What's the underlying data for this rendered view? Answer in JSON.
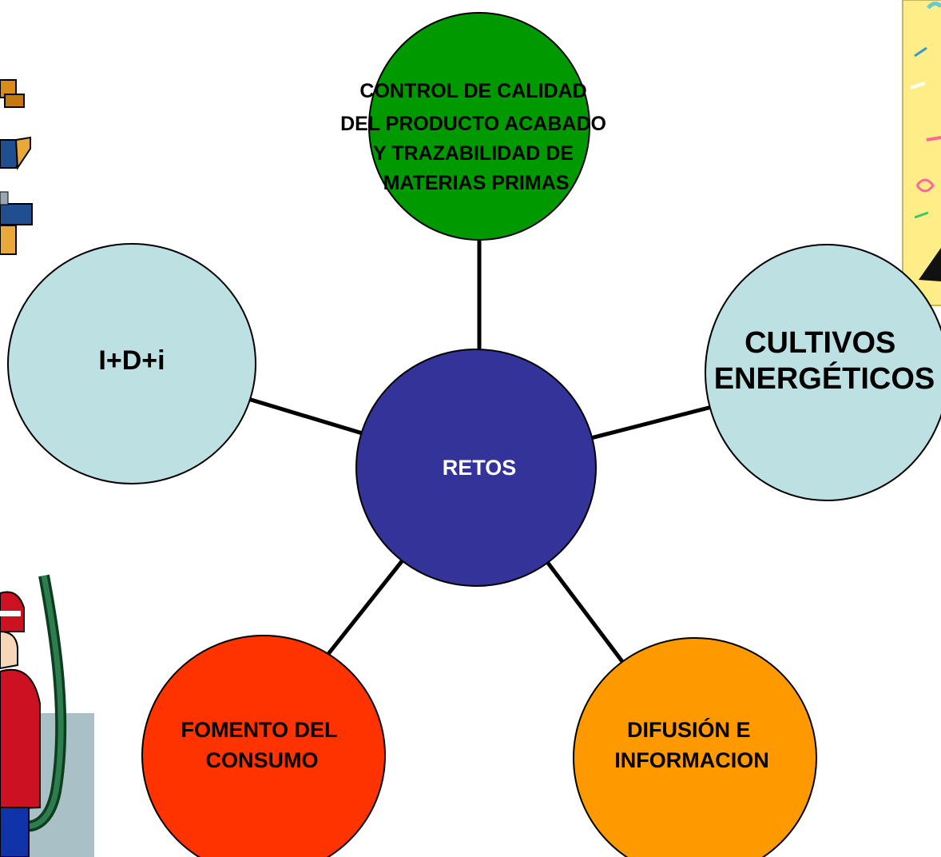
{
  "diagram": {
    "center": {
      "label": "RETOS",
      "fill": "#333399",
      "text_color": "#ffffff"
    },
    "nodes": {
      "top": {
        "lines": [
          "CONTROL DE CALIDAD",
          "DEL PRODUCTO ACABADO",
          "Y TRAZABILIDAD DE",
          "MATERIAS PRIMAS"
        ],
        "fill": "#009900"
      },
      "left": {
        "lines": [
          "I+D+i"
        ],
        "fill": "#bde0e3"
      },
      "right": {
        "lines": [
          "CULTIVOS",
          "ENERGÉTICOS"
        ],
        "fill": "#bde0e3"
      },
      "bottom_left": {
        "lines": [
          "FOMENTO DEL",
          "CONSUMO"
        ],
        "fill": "#ff3300"
      },
      "bottom_right": {
        "lines": [
          "DIFUSIÓN E",
          "INFORMACION"
        ],
        "fill": "#ff9900"
      }
    }
  },
  "decorations": {
    "top_left": "construction-clipart",
    "bottom_left": "fuel-attendant-clipart",
    "top_right": "notepad-clipart"
  }
}
